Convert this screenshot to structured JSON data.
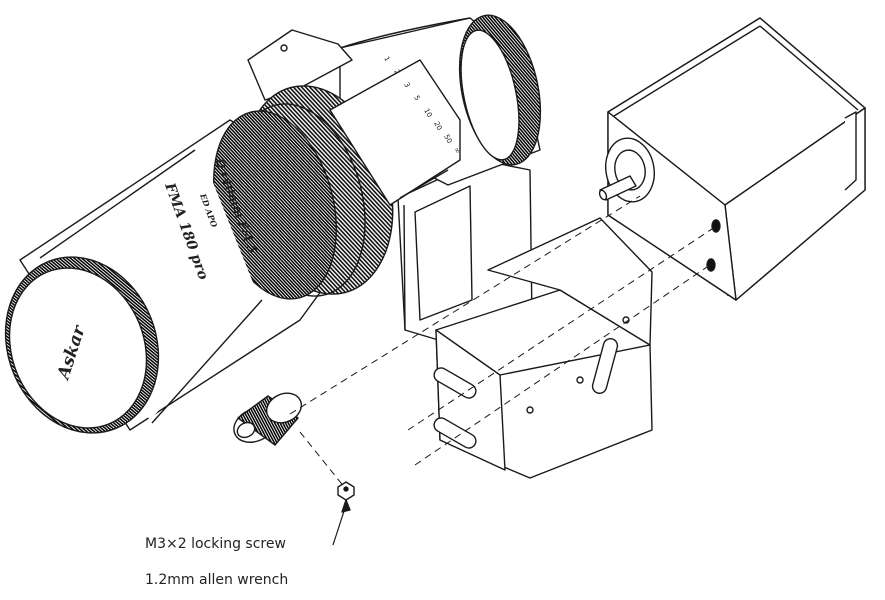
{
  "lens": {
    "brand": "Askar",
    "model_line": "FMA 180 pro",
    "spec_line": "D=40mm F/4.5",
    "small_line": "ED APO"
  },
  "focus_scale": [
    "1",
    "2",
    "3",
    "5",
    "10",
    "20",
    "50",
    "∞"
  ],
  "callouts": {
    "screw": "M3×2 locking screw",
    "wrench": "1.2mm allen wrench"
  },
  "colors": {
    "stroke": "#1a1a1a",
    "fill": "#ffffff",
    "knurl": "#111111"
  }
}
